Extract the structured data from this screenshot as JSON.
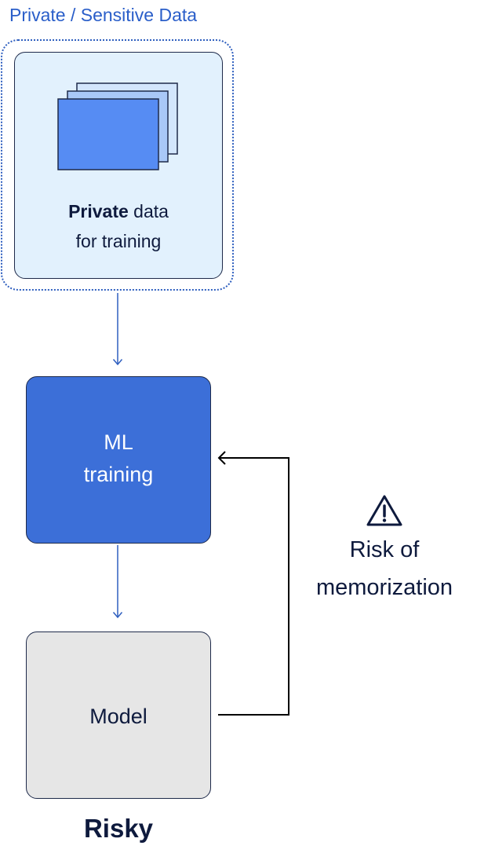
{
  "group": {
    "title": "Private / Sensitive Data"
  },
  "data_box": {
    "label_bold": "Private",
    "label_rest": " data",
    "label_line2": "for training"
  },
  "ml_box": {
    "line1": "ML",
    "line2": "training"
  },
  "model_box": {
    "label": "Model"
  },
  "verdict": {
    "label": "Risky"
  },
  "risk": {
    "line1": "Risk of",
    "line2": "memorization",
    "icon": "warning-icon"
  },
  "colors": {
    "group_title": "#2a5ec9",
    "data_box_fill": "#e2f1fd",
    "ml_box_fill": "#3c6fd8",
    "model_box_fill": "#e6e6e6",
    "arrow_blue": "#2f5fbf",
    "text_dark": "#0e1a3d"
  }
}
